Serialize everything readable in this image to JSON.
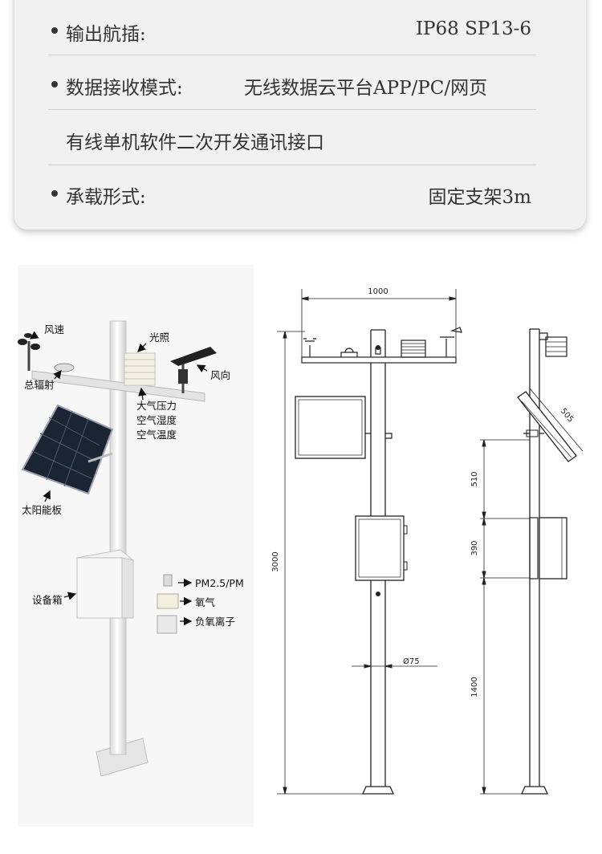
{
  "specs": {
    "rows": [
      {
        "label": "输出航插:",
        "value": "IP68 SP13-6"
      },
      {
        "label": "数据接收模式:",
        "value": "无线数据云平台APP/PC/网页"
      },
      {
        "continuation": "有线单机软件二次开发通讯接口"
      },
      {
        "label": "承载形式:",
        "value": "固定支架3m"
      }
    ]
  },
  "diagram": {
    "labels": {
      "wind_speed": "风速",
      "light": "光照",
      "total_radiation": "总辐射",
      "wind_direction": "风向",
      "pressure": "大气压力",
      "humidity": "空气湿度",
      "temperature": "空气温度",
      "solar_panel": "太阳能板",
      "equipment_box": "设备箱",
      "pm": "PM2.5/PM",
      "oxygen": "氧气",
      "anion": "负氧离子"
    },
    "dimensions": {
      "crossbar_width": "1000",
      "total_height": "3000",
      "pole_diameter": "Ø75",
      "panel_length": "505",
      "dim_510": "510",
      "dim_390": "390",
      "dim_1400": "1400"
    }
  }
}
